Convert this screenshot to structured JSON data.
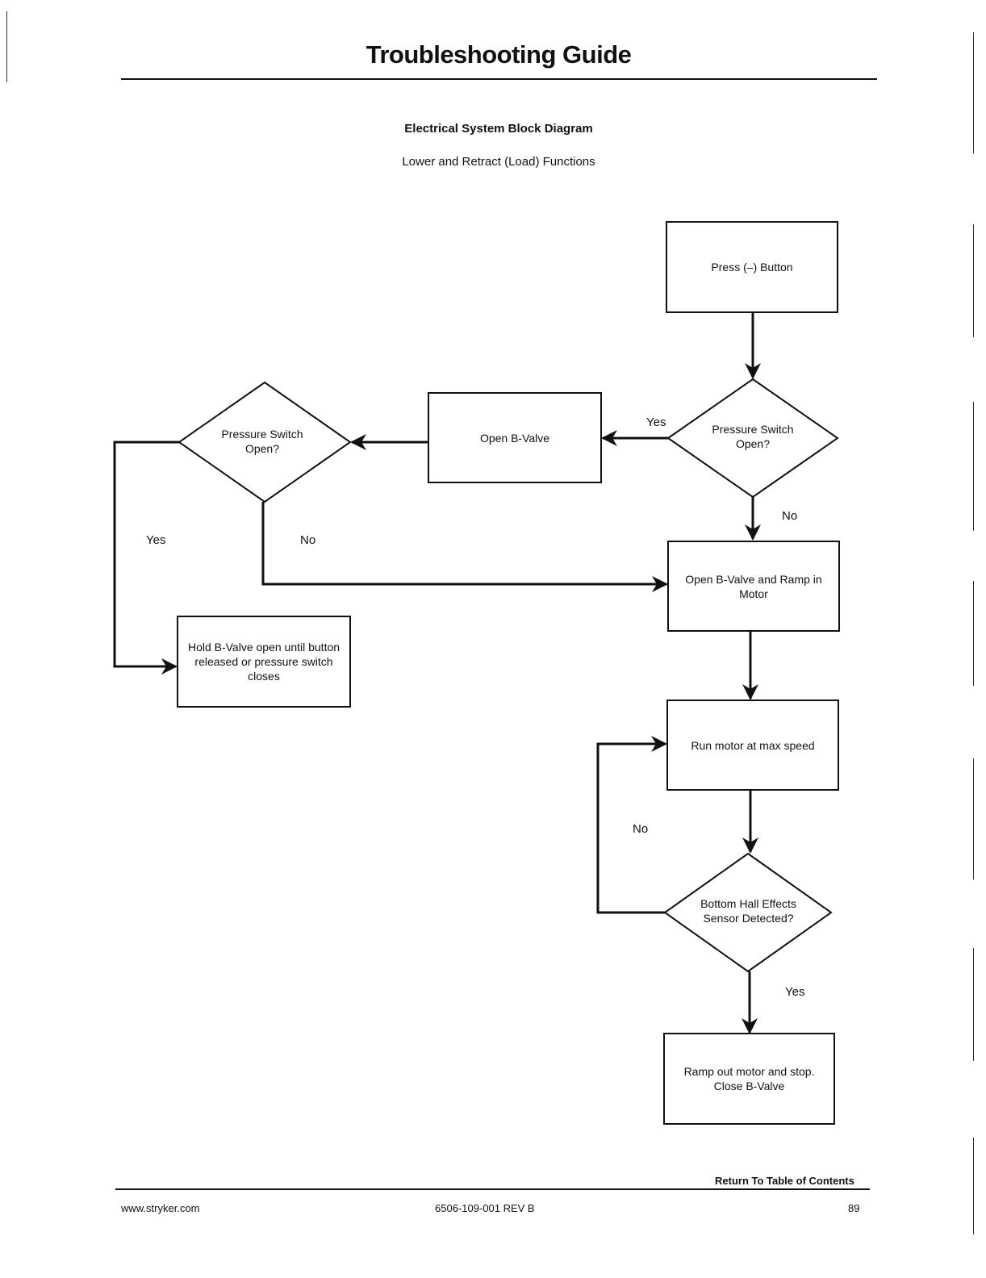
{
  "header": {
    "title": "Troubleshooting Guide",
    "subtitle": "Electrical System Block Diagram",
    "subsubtitle": "Lower and Retract (Load) Functions"
  },
  "flowchart": {
    "nodes": {
      "press_button": "Press (–) Button",
      "pressure_switch_1": "Pressure Switch Open?",
      "open_b_valve": "Open B-Valve",
      "pressure_switch_2": "Pressure Switch Open?",
      "hold_b_valve": "Hold B-Valve open until button released or pressure switch closes",
      "open_b_valve_ramp": "Open B-Valve and Ramp in Motor",
      "run_motor": "Run motor at max speed",
      "hall_sensor": "Bottom Hall Effects Sensor Detected?",
      "ramp_out": "Ramp out motor and stop. Close B-Valve"
    },
    "edge_labels": {
      "ps1_yes": "Yes",
      "ps1_no": "No",
      "ps2_yes": "Yes",
      "ps2_no": "No",
      "hall_no": "No",
      "hall_yes": "Yes"
    }
  },
  "footer": {
    "return_link": "Return To Table of Contents",
    "website": "www.stryker.com",
    "doc_number": "6506-109-001 REV B",
    "page_number": "89"
  }
}
